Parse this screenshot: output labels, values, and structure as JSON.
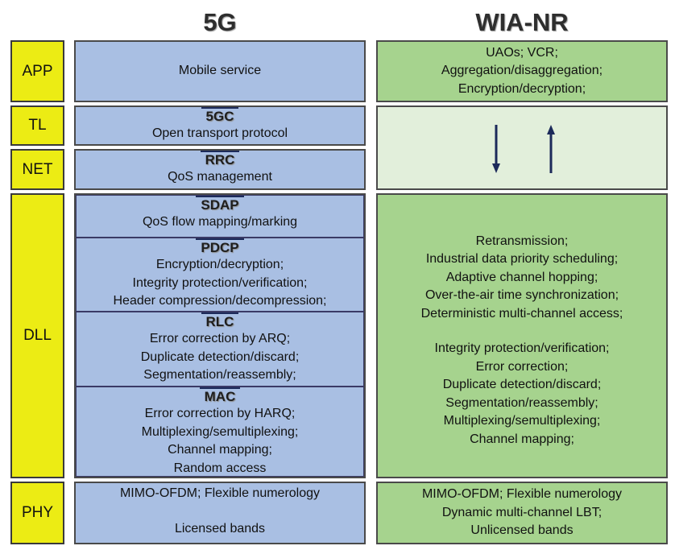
{
  "headers": {
    "left": "5G",
    "right": "WIA-NR"
  },
  "layers": {
    "app": "APP",
    "tl": "TL",
    "net": "NET",
    "dll": "DLL",
    "phy": "PHY"
  },
  "fiveg": {
    "app": "Mobile service",
    "fivegc": {
      "title": "5GC",
      "lines": [
        "Open transport protocol"
      ]
    },
    "rrc": {
      "title": "RRC",
      "lines": [
        "QoS management"
      ]
    },
    "sdap": {
      "title": "SDAP",
      "lines": [
        "QoS flow mapping/marking"
      ]
    },
    "pdcp": {
      "title": "PDCP",
      "lines": [
        "Encryption/decryption;",
        "Integrity protection/verification;",
        "Header compression/decompression;"
      ]
    },
    "rlc": {
      "title": "RLC",
      "lines": [
        "Error correction by ARQ;",
        "Duplicate detection/discard;",
        "Segmentation/reassembly;"
      ]
    },
    "mac": {
      "title": "MAC",
      "lines": [
        "Error correction by HARQ;",
        "Multiplexing/semultiplexing;",
        "Channel mapping;",
        "Random access"
      ]
    },
    "phy": [
      "MIMO-OFDM; Flexible numerology",
      "Licensed bands"
    ]
  },
  "wianr": {
    "app": [
      "UAOs; VCR;",
      "Aggregation/disaggregation;",
      "Encryption/decryption;"
    ],
    "dll_group1": [
      "Retransmission;",
      "Industrial  data priority scheduling;",
      "Adaptive channel hopping;",
      "Over-the-air time synchronization;",
      "Deterministic multi-channel access;"
    ],
    "dll_group2": [
      "Integrity protection/verification;",
      "Error correction;",
      "Duplicate detection/discard;",
      "Segmentation/reassembly;",
      "Multiplexing/semultiplexing;",
      "Channel mapping;"
    ],
    "phy": [
      "MIMO-OFDM; Flexible numerology",
      "Dynamic multi-channel LBT;",
      "Unlicensed bands"
    ]
  },
  "icons": {
    "down": "arrow-down-icon",
    "up": "arrow-up-icon"
  },
  "colors": {
    "layer": "#ecec14",
    "fiveg": "#a9bfe3",
    "wianr": "#a6d38e",
    "transport": "#e2efdb",
    "arrow": "#1c2a5a"
  }
}
